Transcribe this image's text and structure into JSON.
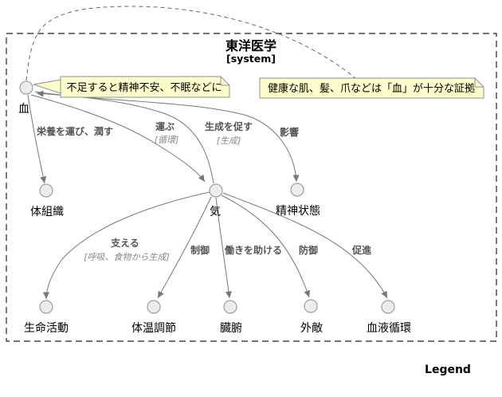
{
  "diagram": {
    "title": "東洋医学",
    "stereotype": "[system]",
    "legend_label": "Legend"
  },
  "colors": {
    "background": "#ffffff",
    "frame_border": "#222222",
    "edge": "#777777",
    "edge_label": "#555555",
    "edge_sublabel": "#888888",
    "node_fill": "#EDEDED",
    "node_border": "#8F8F8F",
    "note_fill": "#FDFDCC",
    "note_border": "#8F8F8F",
    "note_link": "#666666"
  },
  "nodes": {
    "blood": {
      "label": "血"
    },
    "body_tissue": {
      "label": "体組織"
    },
    "qi": {
      "label": "気"
    },
    "mental_state": {
      "label": "精神状態"
    },
    "life_activity": {
      "label": "生命活動"
    },
    "temperature_regulation": {
      "label": "体温調節"
    },
    "organs": {
      "label": "臓腑"
    },
    "external_enemy": {
      "label": "外敵"
    },
    "blood_circulation": {
      "label": "血液循環"
    }
  },
  "edges": {
    "blood_to_body_tissue": {
      "from": "血",
      "to": "体組織",
      "label": "栄養を運び、潤す"
    },
    "blood_to_qi": {
      "from": "血",
      "to": "気",
      "label": "運ぶ",
      "sublabel": "[循環]"
    },
    "qi_to_blood": {
      "from": "気",
      "to": "血",
      "label": "生成を促す",
      "sublabel": "[生成]"
    },
    "blood_to_mental_state": {
      "from": "血",
      "to": "精神状態",
      "label": "影響"
    },
    "qi_to_life_activity": {
      "from": "気",
      "to": "生命活動",
      "label": "支える",
      "sublabel": "[呼吸、食物から生成]"
    },
    "qi_to_temperature": {
      "from": "気",
      "to": "体温調節",
      "label": "制御"
    },
    "qi_to_organs": {
      "from": "気",
      "to": "臓腑",
      "label": "働きを助ける"
    },
    "qi_to_external_enemy": {
      "from": "気",
      "to": "外敵",
      "label": "防御"
    },
    "qi_to_blood_circulation": {
      "from": "気",
      "to": "血液循環",
      "label": "促進"
    }
  },
  "notes": {
    "blood_deficiency": {
      "text": "不足すると精神不安、不眠などに",
      "target": "血"
    },
    "blood_sufficiency": {
      "text": "健康な肌、髪、爪などは「血」が十分な証拠",
      "target": "血"
    }
  }
}
